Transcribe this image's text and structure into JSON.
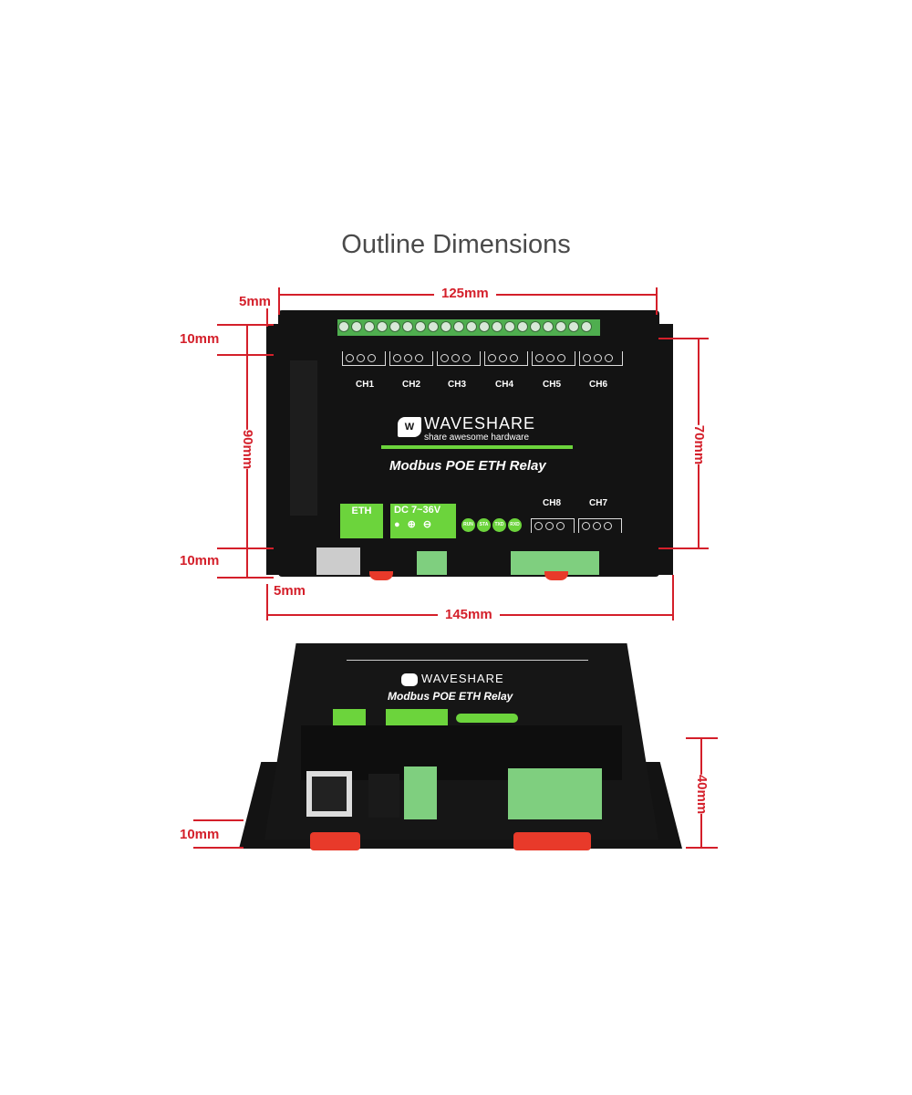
{
  "title": "Outline Dimensions",
  "dimensions": {
    "width_inner": "125mm",
    "width_outer": "145mm",
    "height_outer": "90mm",
    "height_inner": "70mm",
    "margin_top": "10mm",
    "margin_bottom": "10mm",
    "rail_left_top": "5mm",
    "rail_left_bottom": "5mm",
    "depth": "40mm",
    "depth_base": "10mm"
  },
  "device": {
    "brand": "WAVESHARE",
    "slogan": "share awesome hardware",
    "product": "Modbus POE ETH Relay",
    "channels_top": [
      "CH1",
      "CH2",
      "CH3",
      "CH4",
      "CH5",
      "CH6"
    ],
    "channels_bottom": [
      "CH8",
      "CH7"
    ],
    "eth_label": "ETH",
    "dc_label": "DC 7~36V",
    "leds": [
      "RUN",
      "STA",
      "TXD",
      "RXD"
    ]
  },
  "colors": {
    "dimension": "#d41f2a",
    "accent": "#6cd43c",
    "body": "#131313"
  }
}
